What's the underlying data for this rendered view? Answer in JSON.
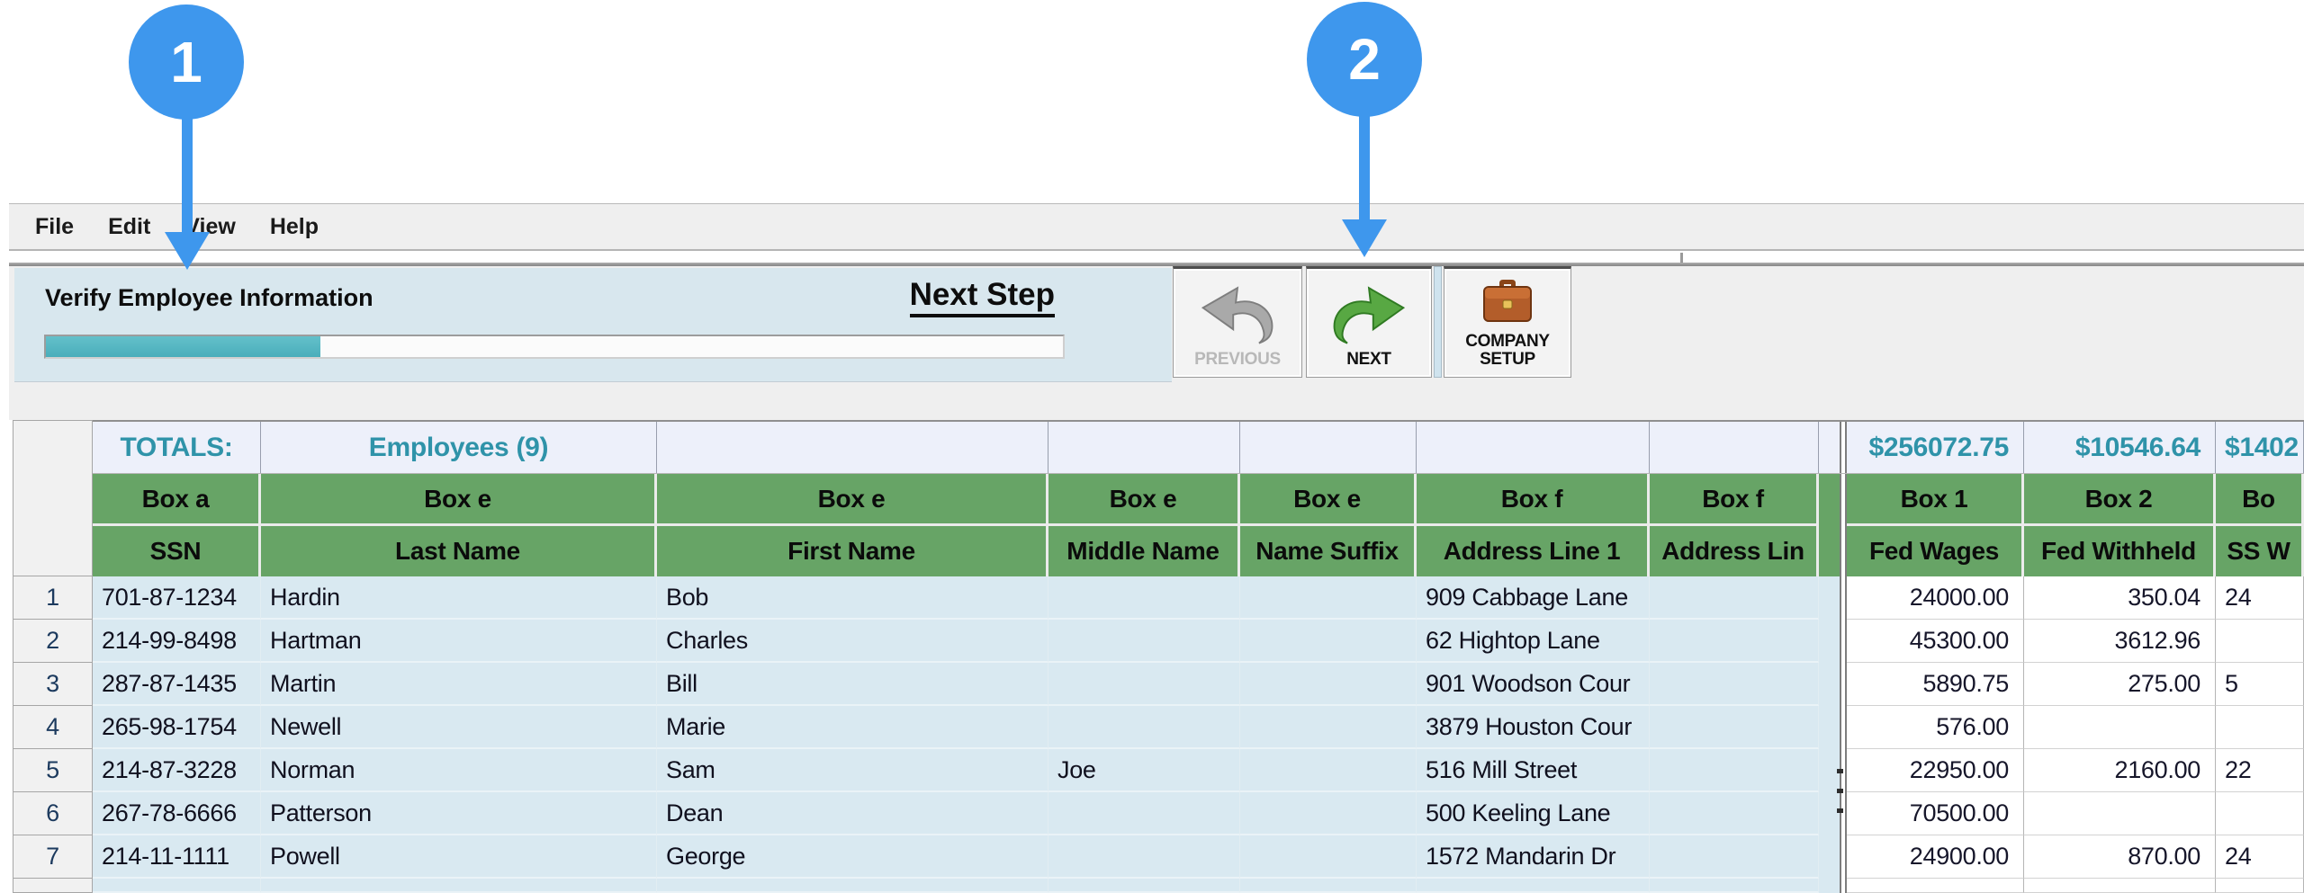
{
  "callouts": [
    {
      "label": "1"
    },
    {
      "label": "2"
    }
  ],
  "menu": {
    "items": [
      "File",
      "Edit",
      "View",
      "Help"
    ]
  },
  "wizard": {
    "title": "Verify Employee Information",
    "next_step_label": "Next Step",
    "progress_percent": 27
  },
  "toolbar": {
    "previous_label": "PREVIOUS",
    "next_label": "NEXT",
    "company_setup_label": "COMPANY\nSETUP"
  },
  "table": {
    "totals_label": "TOTALS:",
    "employees_label": "Employees (9)",
    "totals": {
      "fed_wages": "$256072.75",
      "fed_withheld": "$10546.64",
      "ss_wages": "$1402"
    },
    "box_headers": [
      "Box a",
      "Box e",
      "Box e",
      "Box e",
      "Box e",
      "Box f",
      "Box f",
      "Box 1",
      "Box 2",
      "Bo"
    ],
    "column_headers": [
      "SSN",
      "Last Name",
      "First Name",
      "Middle Name",
      "Name Suffix",
      "Address Line 1",
      "Address Lin",
      "Fed Wages",
      "Fed Withheld",
      "SS W"
    ],
    "rows": [
      {
        "num": "1",
        "ssn": "701-87-1234",
        "last": "Hardin",
        "first": "Bob",
        "middle": "",
        "suffix": "",
        "addr1": "909 Cabbage Lane",
        "addr2": "",
        "fed_wages": "24000.00",
        "fed_withheld": "350.04",
        "ss_wages": "24"
      },
      {
        "num": "2",
        "ssn": "214-99-8498",
        "last": "Hartman",
        "first": "Charles",
        "middle": "",
        "suffix": "",
        "addr1": "62 Hightop Lane",
        "addr2": "",
        "fed_wages": "45300.00",
        "fed_withheld": "3612.96",
        "ss_wages": ""
      },
      {
        "num": "3",
        "ssn": "287-87-1435",
        "last": "Martin",
        "first": "Bill",
        "middle": "",
        "suffix": "",
        "addr1": "901 Woodson Cour",
        "addr2": "",
        "fed_wages": "5890.75",
        "fed_withheld": "275.00",
        "ss_wages": "5"
      },
      {
        "num": "4",
        "ssn": "265-98-1754",
        "last": "Newell",
        "first": "Marie",
        "middle": "",
        "suffix": "",
        "addr1": "3879 Houston Cour",
        "addr2": "",
        "fed_wages": "576.00",
        "fed_withheld": "",
        "ss_wages": ""
      },
      {
        "num": "5",
        "ssn": "214-87-3228",
        "last": "Norman",
        "first": "Sam",
        "middle": "Joe",
        "suffix": "",
        "addr1": "516 Mill Street",
        "addr2": "",
        "fed_wages": "22950.00",
        "fed_withheld": "2160.00",
        "ss_wages": "22"
      },
      {
        "num": "6",
        "ssn": "267-78-6666",
        "last": "Patterson",
        "first": "Dean",
        "middle": "",
        "suffix": "",
        "addr1": "500 Keeling Lane",
        "addr2": "",
        "fed_wages": "70500.00",
        "fed_withheld": "",
        "ss_wages": ""
      },
      {
        "num": "7",
        "ssn": "214-11-1111",
        "last": "Powell",
        "first": "George",
        "middle": "",
        "suffix": "",
        "addr1": "1572 Mandarin Dr",
        "addr2": "",
        "fed_wages": "24900.00",
        "fed_withheld": "870.00",
        "ss_wages": "24"
      }
    ]
  },
  "colors": {
    "header_green": "#67a466",
    "row_blue": "#d9e9f1",
    "accent_teal": "#2f93a9",
    "callout_blue": "#3e97ed",
    "progress_teal": "#4aaebb",
    "panel_blue": "#d8e7ee"
  }
}
